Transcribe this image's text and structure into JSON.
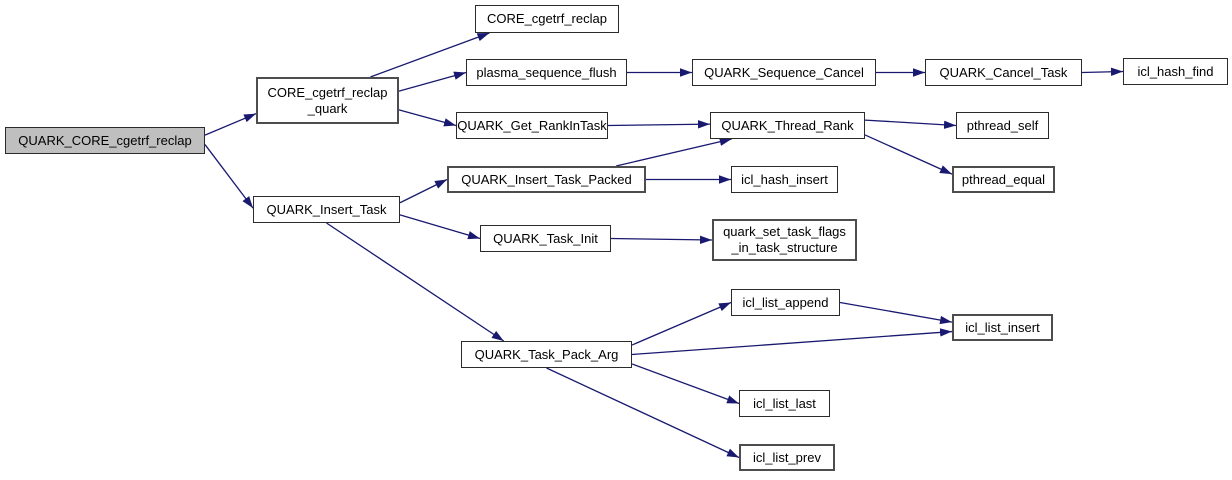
{
  "diagram": {
    "type": "call-graph",
    "edge_color": "#191970",
    "node_border_color": "#2b2b2b",
    "root_fill_color": "#bfbfbf",
    "root_function": "QUARK_CORE_cgetrf_reclap",
    "nodes": [
      {
        "id": "root",
        "label": "QUARK_CORE_cgetrf_reclap",
        "line1": "QUARK_CORE_cgetrf_reclap"
      },
      {
        "id": "quark",
        "label": "CORE_cgetrf_reclap_quark",
        "line1": "CORE_cgetrf_reclap",
        "line2": "_quark"
      },
      {
        "id": "insert_task",
        "label": "QUARK_Insert_Task",
        "line1": "QUARK_Insert_Task"
      },
      {
        "id": "core_reclap",
        "label": "CORE_cgetrf_reclap",
        "line1": "CORE_cgetrf_reclap"
      },
      {
        "id": "plasma_flush",
        "label": "plasma_sequence_flush",
        "line1": "plasma_sequence_flush"
      },
      {
        "id": "get_rank",
        "label": "QUARK_Get_RankInTask",
        "line1": "QUARK_Get_RankInTask"
      },
      {
        "id": "packed",
        "label": "QUARK_Insert_Task_Packed",
        "line1": "QUARK_Insert_Task_Packed"
      },
      {
        "id": "task_init",
        "label": "QUARK_Task_Init",
        "line1": "QUARK_Task_Init"
      },
      {
        "id": "pack_arg",
        "label": "QUARK_Task_Pack_Arg",
        "line1": "QUARK_Task_Pack_Arg"
      },
      {
        "id": "seq_cancel",
        "label": "QUARK_Sequence_Cancel",
        "line1": "QUARK_Sequence_Cancel"
      },
      {
        "id": "thread_rank",
        "label": "QUARK_Thread_Rank",
        "line1": "QUARK_Thread_Rank"
      },
      {
        "id": "hash_insert",
        "label": "icl_hash_insert",
        "line1": "icl_hash_insert"
      },
      {
        "id": "set_flags",
        "label": "quark_set_task_flags_in_task_structure",
        "line1": "quark_set_task_flags",
        "line2": "_in_task_structure"
      },
      {
        "id": "list_append",
        "label": "icl_list_append",
        "line1": "icl_list_append"
      },
      {
        "id": "list_last",
        "label": "icl_list_last",
        "line1": "icl_list_last"
      },
      {
        "id": "list_prev",
        "label": "icl_list_prev",
        "line1": "icl_list_prev"
      },
      {
        "id": "cancel_task",
        "label": "QUARK_Cancel_Task",
        "line1": "QUARK_Cancel_Task"
      },
      {
        "id": "pthread_self",
        "label": "pthread_self",
        "line1": "pthread_self"
      },
      {
        "id": "pthread_equal",
        "label": "pthread_equal",
        "line1": "pthread_equal"
      },
      {
        "id": "list_insert",
        "label": "icl_list_insert",
        "line1": "icl_list_insert"
      },
      {
        "id": "hash_find",
        "label": "icl_hash_find",
        "line1": "icl_hash_find"
      }
    ],
    "edges": [
      {
        "from": "root",
        "from_side": "right",
        "from_t": 0.3,
        "to": "quark",
        "to_side": "left",
        "to_t": 0.78
      },
      {
        "from": "root",
        "from_side": "right",
        "from_t": 0.65,
        "to": "insert_task",
        "to_side": "left",
        "to_t": 0.45
      },
      {
        "from": "quark",
        "from_side": "top",
        "from_t": 0.8,
        "to": "core_reclap",
        "to_side": "bottom",
        "to_t": 0.1
      },
      {
        "from": "quark",
        "from_side": "right",
        "from_t": 0.3,
        "to": "plasma_flush",
        "to_side": "left",
        "to_t": 0.5
      },
      {
        "from": "quark",
        "from_side": "right",
        "from_t": 0.7,
        "to": "get_rank",
        "to_side": "left",
        "to_t": 0.5
      },
      {
        "from": "plasma_flush",
        "from_side": "right",
        "from_t": 0.5,
        "to": "seq_cancel",
        "to_side": "left",
        "to_t": 0.5
      },
      {
        "from": "seq_cancel",
        "from_side": "right",
        "from_t": 0.5,
        "to": "cancel_task",
        "to_side": "left",
        "to_t": 0.5
      },
      {
        "from": "cancel_task",
        "from_side": "right",
        "from_t": 0.5,
        "to": "hash_find",
        "to_side": "left",
        "to_t": 0.5
      },
      {
        "from": "get_rank",
        "from_side": "right",
        "from_t": 0.5,
        "to": "thread_rank",
        "to_side": "left",
        "to_t": 0.45
      },
      {
        "from": "thread_rank",
        "from_side": "right",
        "from_t": 0.3,
        "to": "pthread_self",
        "to_side": "left",
        "to_t": 0.5
      },
      {
        "from": "thread_rank",
        "from_side": "right",
        "from_t": 0.85,
        "to": "pthread_equal",
        "to_side": "left",
        "to_t": 0.3
      },
      {
        "from": "packed",
        "from_side": "top",
        "from_t": 0.85,
        "to": "thread_rank",
        "to_side": "bottom",
        "to_t": 0.14
      },
      {
        "from": "packed",
        "from_side": "right",
        "from_t": 0.5,
        "to": "hash_insert",
        "to_side": "left",
        "to_t": 0.5
      },
      {
        "from": "insert_task",
        "from_side": "right",
        "from_t": 0.25,
        "to": "packed",
        "to_side": "left",
        "to_t": 0.5
      },
      {
        "from": "insert_task",
        "from_side": "right",
        "from_t": 0.7,
        "to": "task_init",
        "to_side": "left",
        "to_t": 0.5
      },
      {
        "from": "insert_task",
        "from_side": "bottom",
        "from_t": 0.5,
        "to": "pack_arg",
        "to_side": "top",
        "to_t": 0.25
      },
      {
        "from": "task_init",
        "from_side": "right",
        "from_t": 0.5,
        "to": "set_flags",
        "to_side": "left",
        "to_t": 0.5
      },
      {
        "from": "pack_arg",
        "from_side": "right",
        "from_t": 0.15,
        "to": "list_append",
        "to_side": "left",
        "to_t": 0.5
      },
      {
        "from": "pack_arg",
        "from_side": "right",
        "from_t": 0.5,
        "to": "list_insert",
        "to_side": "left",
        "to_t": 0.65
      },
      {
        "from": "list_append",
        "from_side": "right",
        "from_t": 0.5,
        "to": "list_insert",
        "to_side": "left",
        "to_t": 0.3
      },
      {
        "from": "pack_arg",
        "from_side": "right",
        "from_t": 0.85,
        "to": "list_last",
        "to_side": "left",
        "to_t": 0.5
      },
      {
        "from": "pack_arg",
        "from_side": "bottom",
        "from_t": 0.5,
        "to": "list_prev",
        "to_side": "left",
        "to_t": 0.5
      }
    ]
  }
}
